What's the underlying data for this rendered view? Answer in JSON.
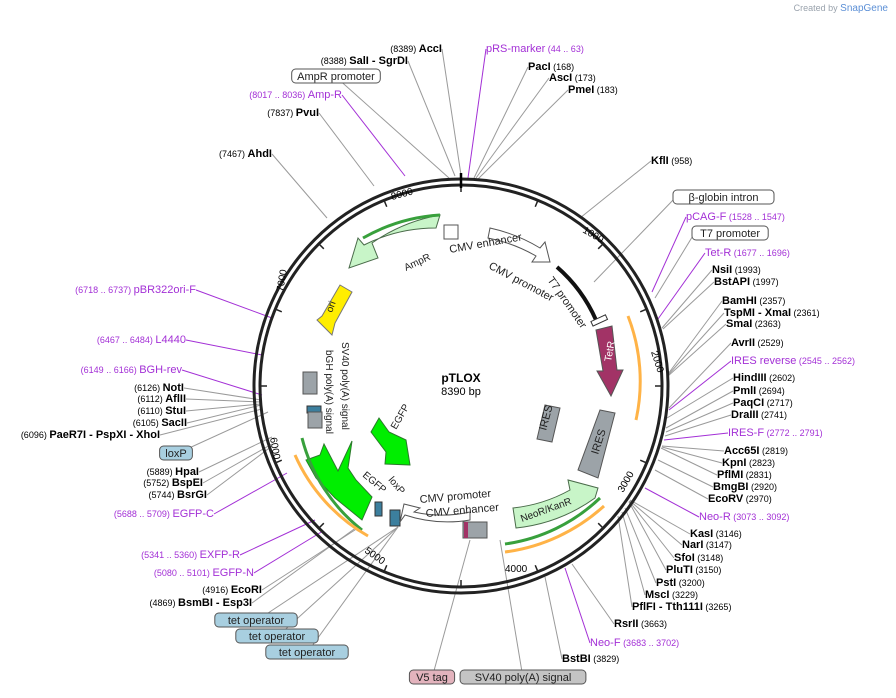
{
  "credit": {
    "prefix": "Created by",
    "brand": "SnapGene"
  },
  "plasmid": {
    "name": "pTLOX",
    "length": "8390 bp"
  },
  "ruler": [
    "1000",
    "2000",
    "3000",
    "4000",
    "5000",
    "6000",
    "7000",
    "8000"
  ],
  "colors": {
    "enzyme": "#000000",
    "primer": "#a330d6",
    "feature_box": "#ffffff",
    "blue_box": "#a8cfe0",
    "pink_box": "#e3b3bd",
    "gray_box": "#c4c4c4",
    "ampr": "#c8f5c8",
    "ori": "#ffee00",
    "egfp": "#00ee00",
    "tetr": "#a23366",
    "ires": "#9ca3a8",
    "orange": "#ffb347"
  },
  "features_on_map": {
    "ampr": "AmpR",
    "ori": "ori",
    "sv40_polya_left": "SV40 poly(A) signal",
    "bgh_polya": "bGH poly(A) signal",
    "egfp_1": "EGFP",
    "egfp_2": "EGFP",
    "loxp_inner": "loxP",
    "cmv_enh_top": "CMV enhancer",
    "cmv_pro_top": "CMV promoter",
    "t7_promoter": "T7 promoter",
    "tetr": "TetR",
    "ires_1": "IRES",
    "ires_2": "IRES",
    "neo_kanr": "NeoR/KanR",
    "cmv_pro_bottom": "CMV promoter",
    "cmv_enh_bottom": "CMV enhancer"
  },
  "labels": [
    {
      "name": "AccI",
      "pos": "(8389)",
      "kind": "enzyme"
    },
    {
      "name": "SalI",
      "pos": "(8388)",
      "extra": "- SgrDI",
      "kind": "enzyme"
    },
    {
      "name": "AmpR promoter",
      "kind": "box"
    },
    {
      "name": "Amp-R",
      "pos": "(8017 .. 8036)",
      "kind": "primer"
    },
    {
      "name": "PvuI",
      "pos": "(7837)",
      "kind": "enzyme"
    },
    {
      "name": "AhdI",
      "pos": "(7467)",
      "kind": "enzyme"
    },
    {
      "name": "pRS-marker",
      "pos": "(44 .. 63)",
      "kind": "primer"
    },
    {
      "name": "PacI",
      "pos": "(168)",
      "kind": "enzyme"
    },
    {
      "name": "AscI",
      "pos": "(173)",
      "kind": "enzyme"
    },
    {
      "name": "PmeI",
      "pos": "(183)",
      "kind": "enzyme"
    },
    {
      "name": "KflI",
      "pos": "(958)",
      "kind": "enzyme"
    },
    {
      "name": "β-globin intron",
      "kind": "box"
    },
    {
      "name": "pCAG-F",
      "pos": "(1528 .. 1547)",
      "kind": "primer"
    },
    {
      "name": "T7 promoter",
      "kind": "box"
    },
    {
      "name": "Tet-R",
      "pos": "(1677 .. 1696)",
      "kind": "primer"
    },
    {
      "name": "NsiI",
      "pos": "(1993)",
      "kind": "enzyme"
    },
    {
      "name": "BstAPI",
      "pos": "(1997)",
      "kind": "enzyme"
    },
    {
      "name": "BamHI",
      "pos": "(2357)",
      "kind": "enzyme"
    },
    {
      "name": "TspMI",
      "extra": "- XmaI",
      "pos": "(2361)",
      "kind": "enzyme"
    },
    {
      "name": "SmaI",
      "pos": "(2363)",
      "kind": "enzyme"
    },
    {
      "name": "AvrII",
      "pos": "(2529)",
      "kind": "enzyme"
    },
    {
      "name": "IRES reverse",
      "pos": "(2545 .. 2562)",
      "kind": "primer"
    },
    {
      "name": "HindIII",
      "pos": "(2602)",
      "kind": "enzyme"
    },
    {
      "name": "PmlI",
      "pos": "(2694)",
      "kind": "enzyme"
    },
    {
      "name": "PaqCI",
      "pos": "(2717)",
      "kind": "enzyme"
    },
    {
      "name": "DraIII",
      "pos": "(2741)",
      "kind": "enzyme"
    },
    {
      "name": "IRES-F",
      "pos": "(2772 .. 2791)",
      "kind": "primer"
    },
    {
      "name": "Acc65I",
      "pos": "(2819)",
      "kind": "enzyme"
    },
    {
      "name": "KpnI",
      "pos": "(2823)",
      "kind": "enzyme"
    },
    {
      "name": "PflMI",
      "pos": "(2831)",
      "kind": "enzyme"
    },
    {
      "name": "BmgBI",
      "pos": "(2920)",
      "kind": "enzyme"
    },
    {
      "name": "EcoRV",
      "pos": "(2970)",
      "kind": "enzyme"
    },
    {
      "name": "Neo-R",
      "pos": "(3073 .. 3092)",
      "kind": "primer"
    },
    {
      "name": "KasI",
      "pos": "(3146)",
      "kind": "enzyme"
    },
    {
      "name": "NarI",
      "pos": "(3147)",
      "kind": "enzyme"
    },
    {
      "name": "SfoI",
      "pos": "(3148)",
      "kind": "enzyme"
    },
    {
      "name": "PluTI",
      "pos": "(3150)",
      "kind": "enzyme"
    },
    {
      "name": "PstI",
      "pos": "(3200)",
      "kind": "enzyme"
    },
    {
      "name": "MscI",
      "pos": "(3229)",
      "kind": "enzyme"
    },
    {
      "name": "PflFI",
      "extra": "- Tth111I",
      "pos": "(3265)",
      "kind": "enzyme"
    },
    {
      "name": "RsrII",
      "pos": "(3663)",
      "kind": "enzyme"
    },
    {
      "name": "Neo-F",
      "pos": "(3683 .. 3702)",
      "kind": "primer"
    },
    {
      "name": "BstBI",
      "pos": "(3829)",
      "kind": "enzyme"
    },
    {
      "name": "SV40 poly(A) signal",
      "kind": "graybox"
    },
    {
      "name": "V5 tag",
      "kind": "pinkbox"
    },
    {
      "name": "tet operator",
      "kind": "bluebox"
    },
    {
      "name": "tet operator",
      "kind": "bluebox"
    },
    {
      "name": "tet operator",
      "kind": "bluebox"
    },
    {
      "name": "EcoRI",
      "pos": "(4916)",
      "kind": "enzyme"
    },
    {
      "name": "BsmBI",
      "extra": "- Esp3I",
      "pos": "(4869)",
      "kind": "enzyme"
    },
    {
      "name": "EGFP-N",
      "pos": "(5080 .. 5101)",
      "kind": "primer"
    },
    {
      "name": "EXFP-R",
      "pos": "(5341 .. 5360)",
      "kind": "primer"
    },
    {
      "name": "EGFP-C",
      "pos": "(5688 .. 5709)",
      "kind": "primer"
    },
    {
      "name": "BsrGI",
      "pos": "(5744)",
      "kind": "enzyme"
    },
    {
      "name": "BspEI",
      "pos": "(5752)",
      "kind": "enzyme"
    },
    {
      "name": "HpaI",
      "pos": "(5889)",
      "kind": "enzyme"
    },
    {
      "name": "loxP",
      "kind": "bluebox"
    },
    {
      "name": "PaeR7I",
      "pos": "(6096)",
      "extra": "- PspXI  - XhoI",
      "kind": "enzyme"
    },
    {
      "name": "SacII",
      "pos": "(6105)",
      "kind": "enzyme"
    },
    {
      "name": "StuI",
      "pos": "(6110)",
      "kind": "enzyme"
    },
    {
      "name": "AflII",
      "pos": "(6112)",
      "kind": "enzyme"
    },
    {
      "name": "NotI",
      "pos": "(6126)",
      "kind": "enzyme"
    },
    {
      "name": "BGH-rev",
      "pos": "(6149 .. 6166)",
      "kind": "primer"
    },
    {
      "name": "L4440",
      "pos": "(6467 .. 6484)",
      "kind": "primer"
    },
    {
      "name": "pBR322ori-F",
      "pos": "(6718 .. 6737)",
      "kind": "primer"
    }
  ]
}
